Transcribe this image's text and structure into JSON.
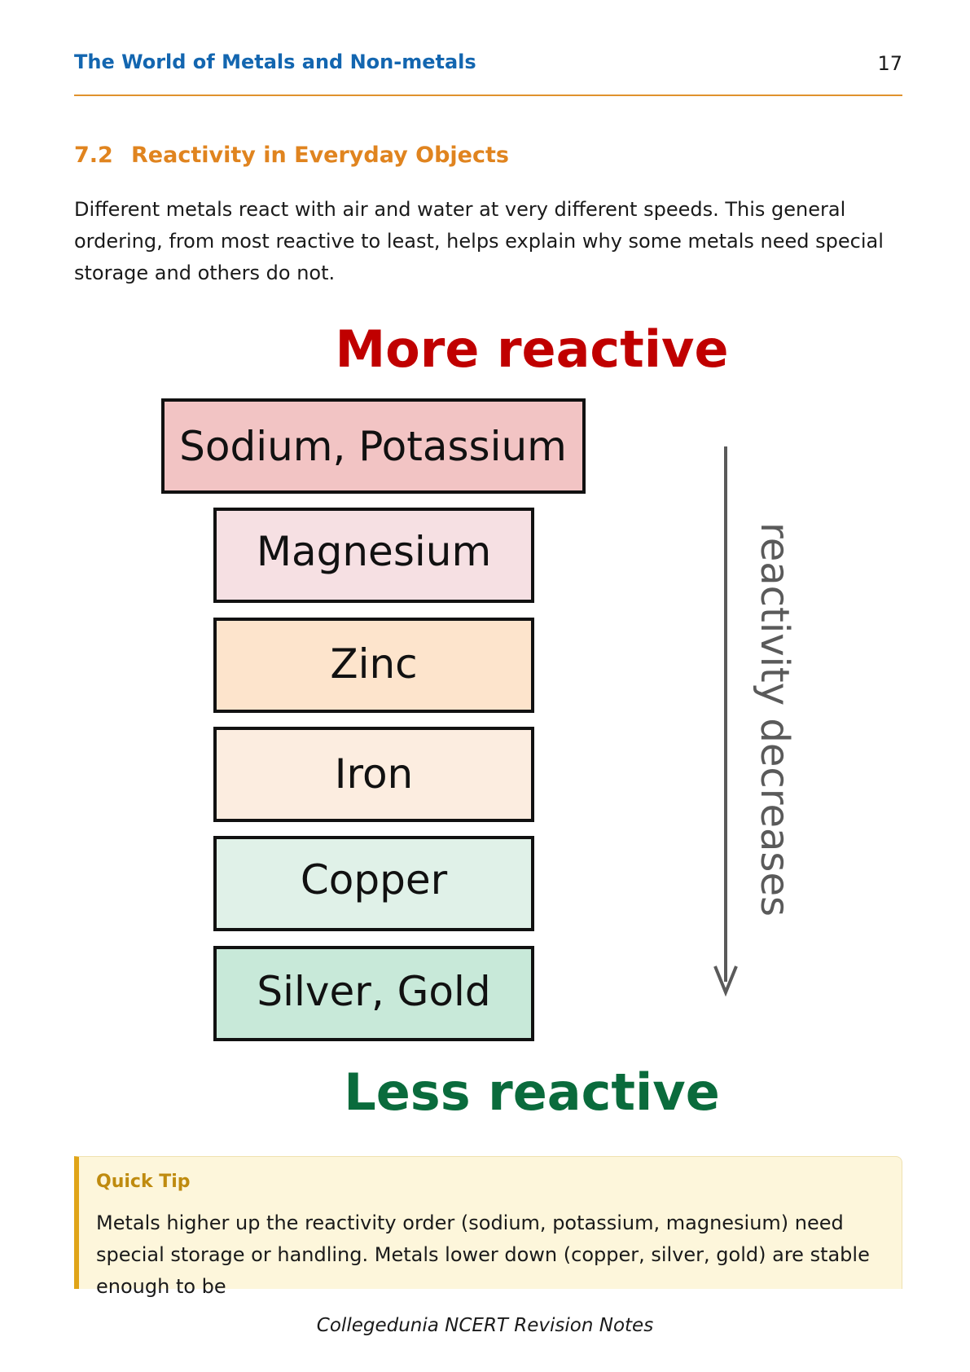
{
  "header": {
    "running_title": "The World of Metals and Non-metals",
    "page_number": "17"
  },
  "section": {
    "number": "7.2",
    "title": "Reactivity in Everyday Objects",
    "intro": "Different metals react with air and water at very different speeds. This general ordering, from most reactive to least, helps explain why some metals need special storage and others do not."
  },
  "diagram": {
    "top_label": "More reactive",
    "bottom_label": "Less reactive",
    "arrow_label": "reactivity decreases",
    "metals": [
      {
        "label": "Sodium, Potassium",
        "fill": "#f2c4c4"
      },
      {
        "label": "Magnesium",
        "fill": "#f6e0e3"
      },
      {
        "label": "Zinc",
        "fill": "#fde4cc"
      },
      {
        "label": "Iron",
        "fill": "#fcede0"
      },
      {
        "label": "Copper",
        "fill": "#e0f1e8"
      },
      {
        "label": "Silver, Gold",
        "fill": "#c8e9d9"
      }
    ],
    "colors": {
      "top_label": "#c00000",
      "bottom_label": "#0a6b3c",
      "arrow": "#5a5a5a"
    }
  },
  "callout": {
    "title": "Quick Tip",
    "body": "Metals higher up the reactivity order (sodium, potassium, magnesium) need special storage or handling. Metals lower down (copper, silver, gold) are stable enough to be"
  },
  "footer": {
    "text": "Collegedunia NCERT Revision Notes"
  }
}
